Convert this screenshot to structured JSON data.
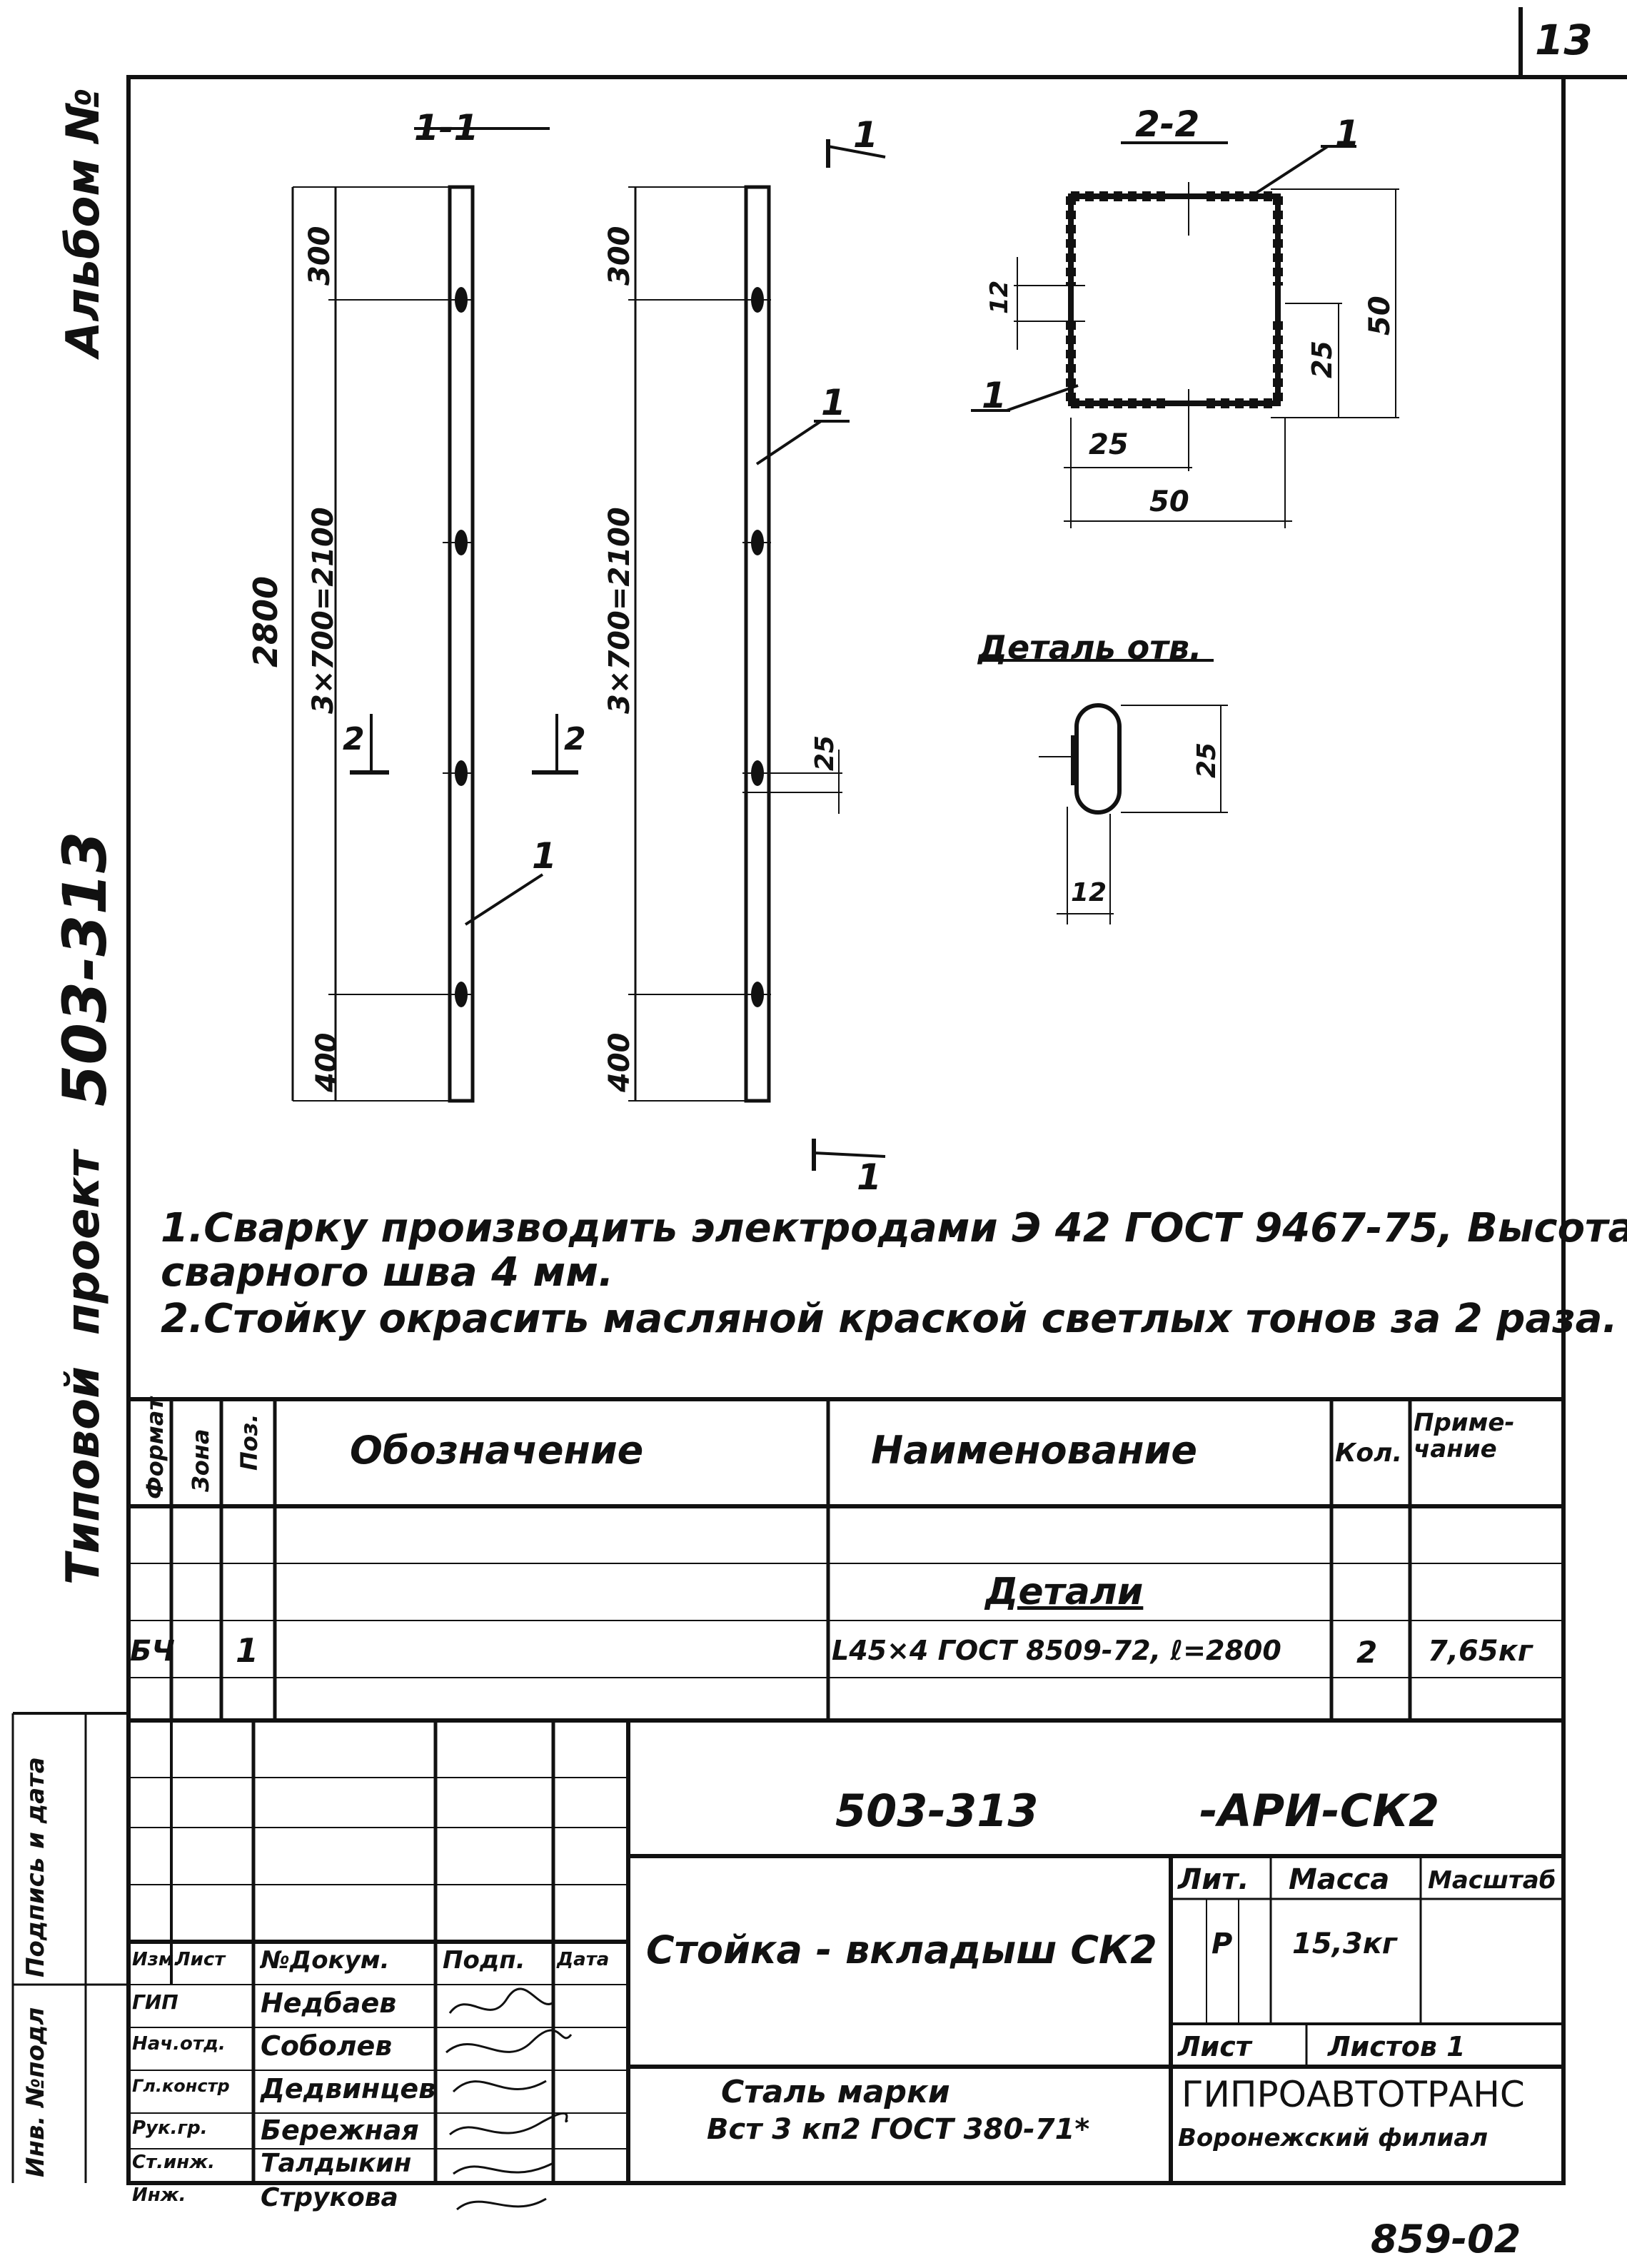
{
  "sheet_number": "13",
  "album_label": "Альбом №",
  "side_labels": {
    "project_code": "503-313",
    "project_word": "проект",
    "type_word": "Типовой",
    "inv": "Инв. №подл",
    "signature_date": "Подпись и дата"
  },
  "sections": {
    "s1": "1-1",
    "s2": "2-2",
    "detail_title": "Деталь отв.",
    "mark1": "1",
    "mark2": "2"
  },
  "dims": {
    "d300a": "300",
    "d3x700": "3×700=2100",
    "d400a": "400",
    "d2800": "2800",
    "d300b": "300",
    "d3x700b": "3×700=2100",
    "d400b": "400",
    "d25hole": "25",
    "d12": "12",
    "d25v": "25",
    "d50v": "50",
    "d25h": "25",
    "d50h": "50",
    "det25": "25",
    "det12": "12"
  },
  "notes": {
    "n1a": "1.Сварку производить электродами Э 42 ГОСТ 9467-75, Высота",
    "n1b": "сварного шва 4 мм.",
    "n2": "2.Стойку окрасить масляной краской светлых тонов за 2 раза."
  },
  "spec": {
    "headers": {
      "format": "Формат",
      "zone": "Зона",
      "pos": "Поз.",
      "designation": "Обозначение",
      "name": "Наименование",
      "qty": "Кол.",
      "note": "Приме- чание"
    },
    "section": "Детали",
    "row": {
      "format": "БЧ",
      "pos": "1",
      "name": "L45×4 ГОСТ 8509-72, ℓ=2800",
      "qty": "2",
      "note": "7,65кг"
    }
  },
  "titleblock": {
    "code": "503-313",
    "suffix": "-АРИ-СК2",
    "title": "Стойка - вкладыш СК2",
    "material_a": "Сталь марки",
    "material_b": "Вст 3 кп2 ГОСТ 380-71*",
    "lit_h": "Лит.",
    "mass_h": "Масса",
    "scale_h": "Масштаб",
    "lit": "Р",
    "mass": "15,3кг",
    "sheet_h": "Лист",
    "sheets_h": "Листов 1",
    "org_a": "ГИПРОАВТОТРАНС",
    "org_b": "Воронежский филиал",
    "cols": {
      "izm": "Изм.",
      "list": "Лист",
      "doc": "№Докум.",
      "sign": "Подп.",
      "date": "Дата"
    },
    "people": [
      {
        "role": "ГИП",
        "name": "Недбаев"
      },
      {
        "role": "Нач.отд.",
        "name": "Соболев"
      },
      {
        "role": "Гл.констр",
        "name": "Дедвинцев"
      },
      {
        "role": "Рук.гр.",
        "name": "Бережная"
      },
      {
        "role": "Ст.инж.",
        "name": "Талдыкин"
      },
      {
        "role": "Инж.",
        "name": "Струкова"
      }
    ]
  },
  "footer_code": "859-02"
}
